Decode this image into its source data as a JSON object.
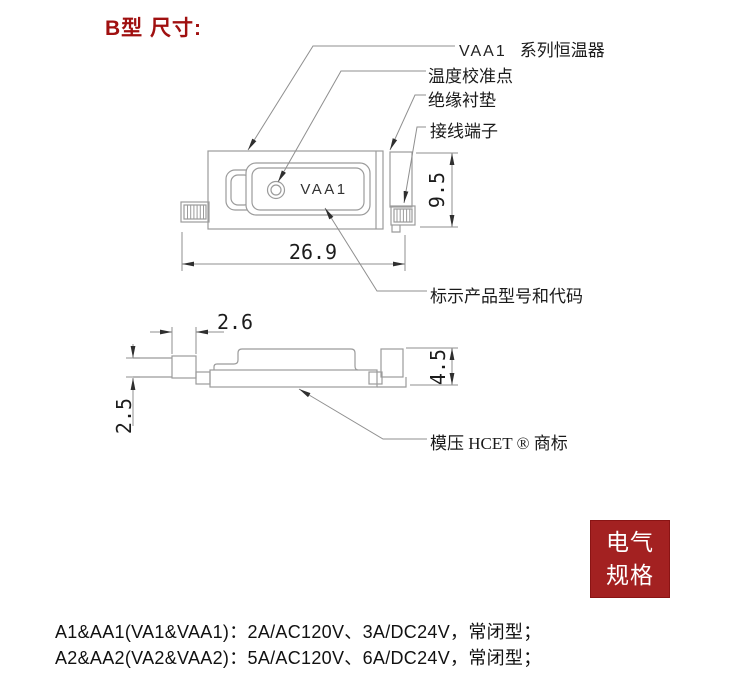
{
  "title": "B型 尺寸:",
  "top_view": {
    "part_label": "VAA1",
    "callouts": {
      "series_model": "VAA1",
      "series_text": "系列恒温器",
      "calibration": "温度校准点",
      "gasket": "绝缘衬垫",
      "terminal": "接线端子",
      "marking": "标示产品型号和代码"
    },
    "dimensions": {
      "width": "26.9",
      "height": "9.5"
    }
  },
  "side_view": {
    "callouts": {
      "molded": "模压 HCET ® 商标"
    },
    "dimensions": {
      "tab_width": "2.6",
      "tab_height": "2.5",
      "body_height": "4.5"
    }
  },
  "spec_box": {
    "line1": "电气",
    "line2": "规格",
    "bg_color": "#a32121",
    "text_color": "#ffffff"
  },
  "specs": [
    "A1&AA1(VA1&VAA1)：2A/AC120V、3A/DC24V，常闭型；",
    "A2&AA2(VA2&VAA2)：5A/AC120V、6A/DC24V，常闭型；"
  ],
  "colors": {
    "title_red": "#a01010",
    "drawing_line": "#9b9b9b",
    "arrow": "#2f2f2f",
    "text": "#1a1a1a"
  }
}
